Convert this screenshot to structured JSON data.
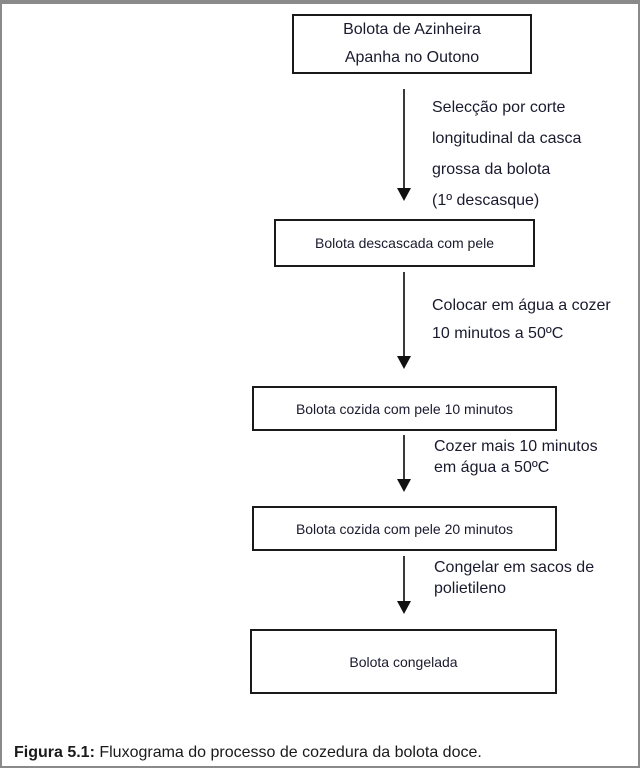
{
  "flowchart": {
    "nodes": [
      {
        "lines": [
          "Bolota de Azinheira",
          "Apanha no Outono"
        ]
      },
      {
        "lines": [
          "Bolota descascada com pele"
        ]
      },
      {
        "lines": [
          "Bolota cozida com pele 10 minutos"
        ]
      },
      {
        "lines": [
          "Bolota cozida com pele 20 minutos"
        ]
      },
      {
        "lines": [
          "Bolota congelada"
        ]
      }
    ],
    "steps": [
      {
        "lines": [
          "Selecção por corte",
          "longitudinal da casca",
          "grossa da bolota",
          "(1º descasque)"
        ]
      },
      {
        "lines": [
          "Colocar em água a cozer",
          "10 minutos a 50ºC"
        ]
      },
      {
        "lines": [
          "Cozer mais 10 minutos",
          "em água a 50ºC"
        ]
      },
      {
        "lines": [
          "Congelar em sacos de",
          "polietileno"
        ]
      }
    ]
  },
  "figure": {
    "caption_label": "Figura 5.1:",
    "caption_text": " Fluxograma do processo de cozedura da bolota doce."
  },
  "colors": {
    "page_border": "#8a8a8a",
    "box_border": "#1a1a1a",
    "text": "#1a1a2e",
    "arrow": "#111111"
  }
}
